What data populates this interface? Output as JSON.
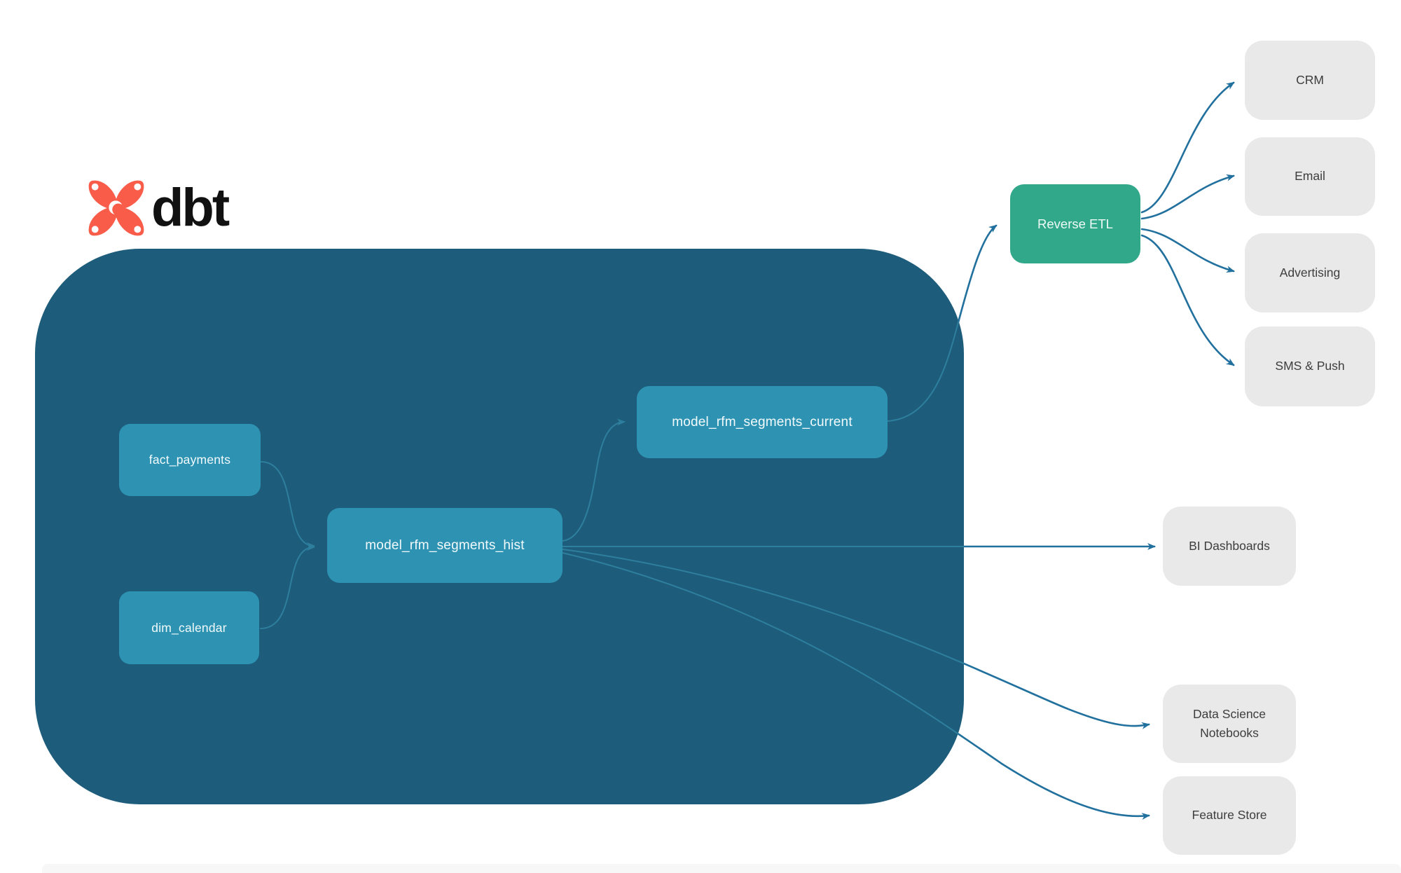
{
  "brand": {
    "name": "dbt"
  },
  "nodes": {
    "fact_payments": {
      "label": "fact_payments",
      "type": "source-model"
    },
    "dim_calendar": {
      "label": "dim_calendar",
      "type": "source-model"
    },
    "model_rfm_segments_hist": {
      "label": "model_rfm_segments_hist",
      "type": "model"
    },
    "model_rfm_segments_current": {
      "label": "model_rfm_segments_current",
      "type": "model"
    },
    "reverse_etl": {
      "label": "Reverse ETL",
      "type": "process"
    },
    "crm": {
      "label": "CRM",
      "type": "destination"
    },
    "email": {
      "label": "Email",
      "type": "destination"
    },
    "advertising": {
      "label": "Advertising",
      "type": "destination"
    },
    "sms_push": {
      "label": "SMS & Push",
      "type": "destination"
    },
    "bi_dashboards": {
      "label": "BI Dashboards",
      "type": "destination"
    },
    "data_science_notebooks": {
      "label": "Data Science Notebooks",
      "type": "destination"
    },
    "feature_store": {
      "label": "Feature Store",
      "type": "destination"
    }
  },
  "edges": [
    {
      "from": "fact_payments",
      "to": "model_rfm_segments_hist"
    },
    {
      "from": "dim_calendar",
      "to": "model_rfm_segments_hist"
    },
    {
      "from": "model_rfm_segments_hist",
      "to": "model_rfm_segments_current"
    },
    {
      "from": "model_rfm_segments_current",
      "to": "Reverse ETL"
    },
    {
      "from": "Reverse ETL",
      "to": "CRM"
    },
    {
      "from": "Reverse ETL",
      "to": "Email"
    },
    {
      "from": "Reverse ETL",
      "to": "Advertising"
    },
    {
      "from": "Reverse ETL",
      "to": "SMS & Push"
    },
    {
      "from": "model_rfm_segments_hist",
      "to": "BI Dashboards"
    },
    {
      "from": "model_rfm_segments_hist",
      "to": "Data Science Notebooks"
    },
    {
      "from": "model_rfm_segments_hist",
      "to": "Feature Store"
    }
  ],
  "colors": {
    "container": "#1e5c7b",
    "model_node": "#2e93b3",
    "reverse_etl_node": "#31a88a",
    "destination_node": "#e9e9e9",
    "arrow_outside": "#21709d",
    "arrow_inside": "#2d7f9d",
    "brand_orange": "#fa5c4a",
    "node_text_light": "#ffffff",
    "node_text_dark": "#3d3d3d"
  }
}
